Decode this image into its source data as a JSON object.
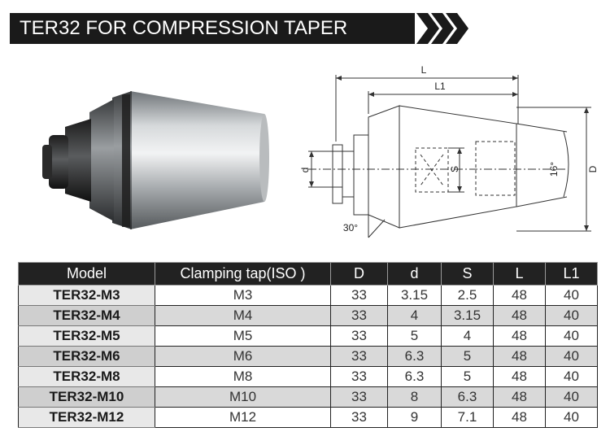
{
  "title": "TER32 FOR COMPRESSION TAPER HOLDER",
  "drawing_labels": {
    "L": "L",
    "L1": "L1",
    "d": "d",
    "S": "S",
    "D": "D",
    "angle_taper": "16°",
    "angle_chamfer": "30°"
  },
  "table": {
    "headers": [
      "Model",
      "Clamping tap(ISO )",
      "D",
      "d",
      "S",
      "L",
      "L1"
    ],
    "rows": [
      {
        "model": "TER32-M3",
        "tap": "M3",
        "D": "33",
        "d": "3.15",
        "S": "2.5",
        "L": "48",
        "L1": "40"
      },
      {
        "model": "TER32-M4",
        "tap": "M4",
        "D": "33",
        "d": "4",
        "S": "3.15",
        "L": "48",
        "L1": "40"
      },
      {
        "model": "TER32-M5",
        "tap": "M5",
        "D": "33",
        "d": "5",
        "S": "4",
        "L": "48",
        "L1": "40"
      },
      {
        "model": "TER32-M6",
        "tap": "M6",
        "D": "33",
        "d": "6.3",
        "S": "5",
        "L": "48",
        "L1": "40"
      },
      {
        "model": "TER32-M8",
        "tap": "M8",
        "D": "33",
        "d": "6.3",
        "S": "5",
        "L": "48",
        "L1": "40"
      },
      {
        "model": "TER32-M10",
        "tap": "M10",
        "D": "33",
        "d": "8",
        "S": "6.3",
        "L": "48",
        "L1": "40"
      },
      {
        "model": "TER32-M12",
        "tap": "M12",
        "D": "33",
        "d": "9",
        "S": "7.1",
        "L": "48",
        "L1": "40"
      }
    ]
  }
}
